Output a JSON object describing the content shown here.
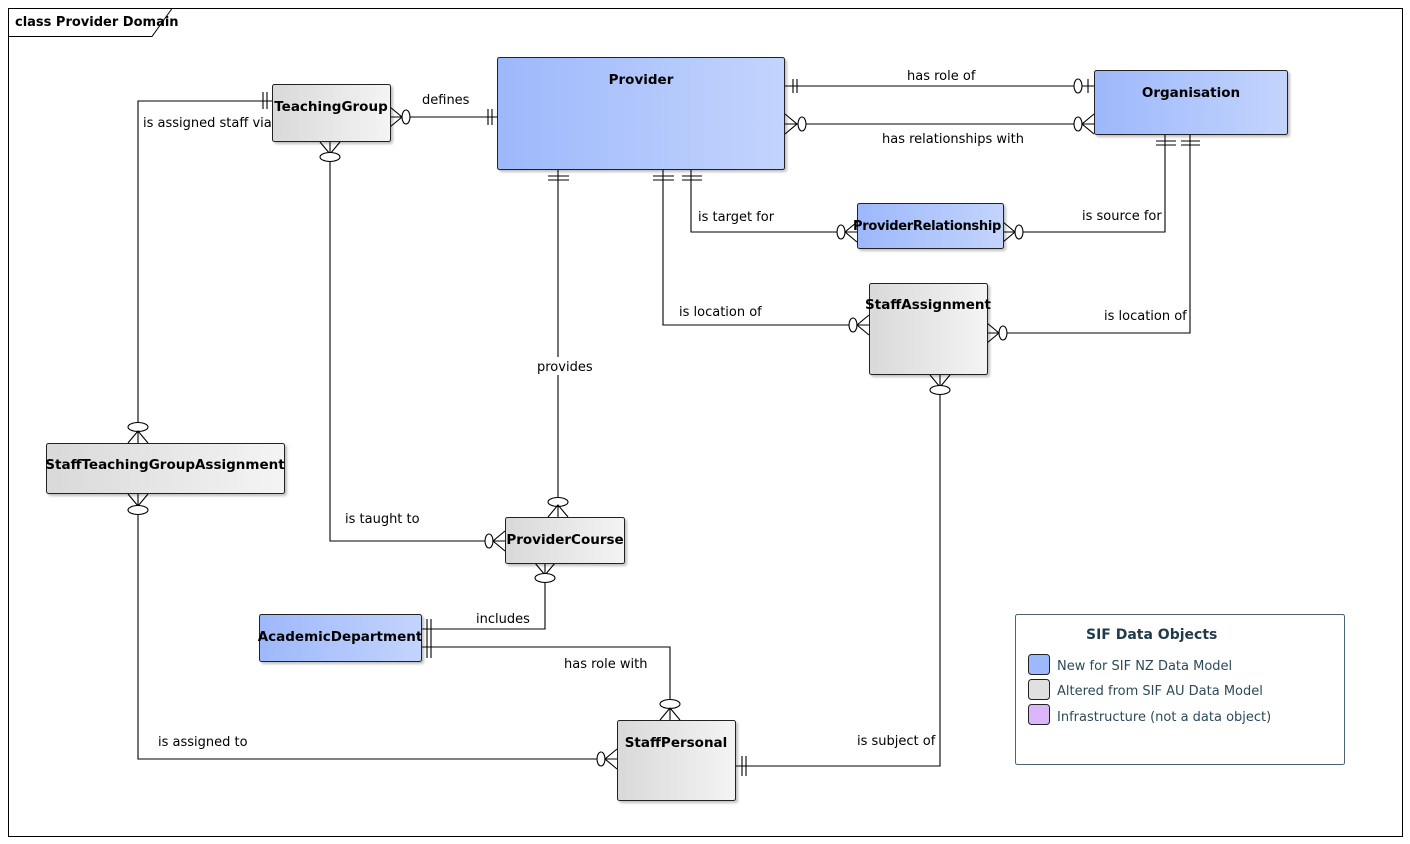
{
  "frame": {
    "title": "class Provider Domain"
  },
  "colors": {
    "new_fill_start": "#9db8fb",
    "new_fill_end": "#c3d4fd",
    "altered_fill_start": "#dcdcdc",
    "altered_fill_end": "#f2f2f2",
    "infra_fill": "#dbb6fc"
  },
  "entities": {
    "provider": {
      "name": "Provider",
      "category": "new"
    },
    "organisation": {
      "name": "Organisation",
      "category": "new"
    },
    "teaching_group": {
      "name": "TeachingGroup",
      "category": "altered"
    },
    "provider_relationship": {
      "name": "ProviderRelationship",
      "category": "new"
    },
    "staff_assignment": {
      "name": "StaffAssignment",
      "category": "altered"
    },
    "staff_teaching_group_assignment": {
      "name": "StaffTeachingGroupAssignment",
      "category": "altered"
    },
    "provider_course": {
      "name": "ProviderCourse",
      "category": "altered"
    },
    "academic_department": {
      "name": "AcademicDepartment",
      "category": "new"
    },
    "staff_personal": {
      "name": "StaffPersonal",
      "category": "altered"
    }
  },
  "relationships": {
    "has_role_of": "has role of",
    "has_relationships_with": "has relationships with",
    "defines": "defines",
    "is_assigned_staff_via": "is assigned staff via",
    "is_target_for": "is target for",
    "is_source_for": "is source for",
    "is_location_of_provider": "is location of",
    "is_location_of_org": "is location of",
    "provides": "provides",
    "is_taught_to": "is taught to",
    "includes": "includes",
    "has_role_with": "has role with",
    "is_assigned_to": "is assigned to",
    "is_subject_of": "is subject of"
  },
  "legend": {
    "title": "SIF Data Objects",
    "items": [
      {
        "label": "New for SIF NZ Data Model",
        "color": "#9db8fb"
      },
      {
        "label": "Altered from SIF AU Data Model",
        "color": "#e0e0e0"
      },
      {
        "label": "Infrastructure (not a data object)",
        "color": "#dbb6fc"
      }
    ]
  }
}
